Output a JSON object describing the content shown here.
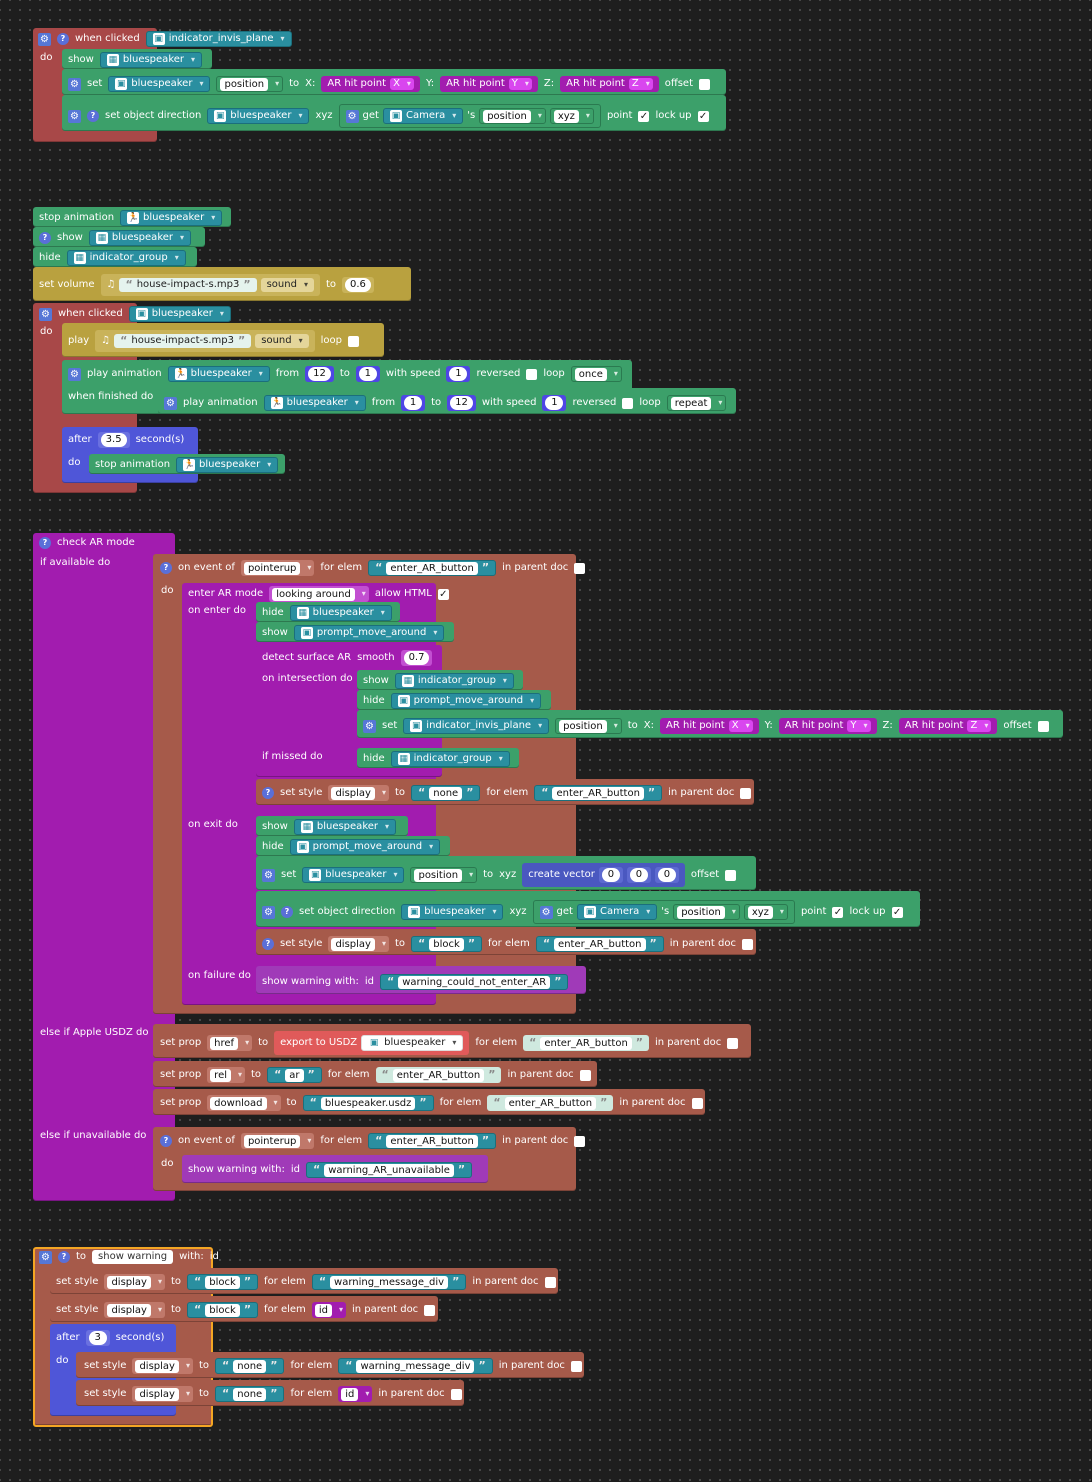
{
  "colors": {
    "event": "#a84848",
    "green": "#3ca06a",
    "magenta": "#a21caf",
    "brown": "#a65a4a",
    "timer": "#4f56d8",
    "sound": "#b9a13f",
    "object": "#2a8fa0",
    "red": "#e05a5a",
    "orange": "#f5a623",
    "vector": "#4a58c0"
  },
  "icons": {
    "gear": "gear-icon",
    "help": "help-icon",
    "object": "cube-icon",
    "group": "group-icon",
    "runner": "runner-icon",
    "music": "music-note-icon",
    "checkbox": "checkbox-icon"
  },
  "b1": {
    "when_clicked": "when clicked",
    "object": "indicator_invis_plane",
    "do": "do",
    "show": "show",
    "bluespeaker": "bluespeaker",
    "set": "set",
    "position": "position",
    "to": "to",
    "x": "X:",
    "y": "Y:",
    "z": "Z:",
    "ar_hit_point": "AR hit point",
    "X": "X",
    "Y": "Y",
    "Z": "Z",
    "offset": "offset",
    "set_object_direction": "set object direction",
    "xyz": "xyz",
    "get": "get",
    "camera": "Camera",
    "s": "'s",
    "point": "point",
    "lock_up": "lock up"
  },
  "b2": {
    "stop_animation": "stop animation",
    "bluespeaker": "bluespeaker",
    "show": "show",
    "hide": "hide",
    "indicator_group": "indicator_group",
    "set_volume": "set volume",
    "file": "house-impact-s.mp3",
    "sound": "sound",
    "to": "to",
    "volume": "0.6",
    "when_clicked": "when clicked",
    "do": "do",
    "play": "play",
    "file2": "house-impact-s.mp3",
    "loop": "loop",
    "play_animation": "play animation",
    "from": "from",
    "from1": "12",
    "to1": "1",
    "with_speed": "with speed",
    "speed1": "1",
    "reversed": "reversed",
    "loop_lbl": "loop",
    "once": "once",
    "when_finished_do": "when finished do",
    "from2": "1",
    "to2": "12",
    "speed2": "1",
    "repeat": "repeat",
    "after": "after",
    "after_val": "3.5",
    "seconds": "second(s)"
  },
  "b3": {
    "check_ar_mode": "check AR mode",
    "if_available_do": "if available do",
    "on_event_of": "on event of",
    "pointerup": "pointerup",
    "for_elem": "for elem",
    "enter_ar_button": "enter_AR_button",
    "in_parent_doc": "in parent doc",
    "do": "do",
    "enter_ar_mode": "enter AR mode",
    "looking_around": "looking around",
    "allow_html": "allow HTML",
    "on_enter_do": "on enter do",
    "hide": "hide",
    "show": "show",
    "bluespeaker": "bluespeaker",
    "prompt_move_around": "prompt_move_around",
    "detect_surface_ar": "detect surface AR",
    "smooth": "smooth",
    "smooth_val": "0.7",
    "on_intersection_do": "on intersection do",
    "indicator_group": "indicator_group",
    "set": "set",
    "indicator_invis_plane": "indicator_invis_plane",
    "position": "position",
    "to": "to",
    "x": "X:",
    "y": "Y:",
    "z": "Z:",
    "ar_hit_point": "AR hit point",
    "X": "X",
    "Y": "Y",
    "Z": "Z",
    "offset": "offset",
    "if_missed_do": "if missed do",
    "set_style": "set style",
    "display": "display",
    "none": "none",
    "on_exit_do": "on exit do",
    "xyz": "xyz",
    "create_vector": "create vector",
    "v0": "0",
    "v1": "0",
    "v2": "0",
    "set_object_direction": "set object direction",
    "get": "get",
    "camera": "Camera",
    "s": "'s",
    "point": "point",
    "lock_up": "lock up",
    "block": "block",
    "on_failure_do": "on failure do",
    "show_warning_with": "show warning with:",
    "id": "id",
    "warning_could_not": "warning_could_not_enter_AR",
    "else_if_apple": "else if Apple USDZ do",
    "set_prop": "set prop",
    "href": "href",
    "export_usdz": "export to USDZ",
    "rel": "rel",
    "ar": "ar",
    "download": "download",
    "bluespeaker_usdz": "bluespeaker.usdz",
    "else_if_unavailable": "else if unavailable do",
    "warning_unavailable": "warning_AR_unavailable"
  },
  "b4": {
    "to": "to",
    "func_name": "show warning",
    "with": "with:",
    "id": "id",
    "set_style": "set style",
    "display": "display",
    "to_lbl": "to",
    "block": "block",
    "for_elem": "for elem",
    "warning_message_div": "warning_message_div",
    "in_parent_doc": "in parent doc",
    "after": "after",
    "after_val": "3",
    "seconds": "second(s)",
    "do": "do",
    "none": "none"
  }
}
